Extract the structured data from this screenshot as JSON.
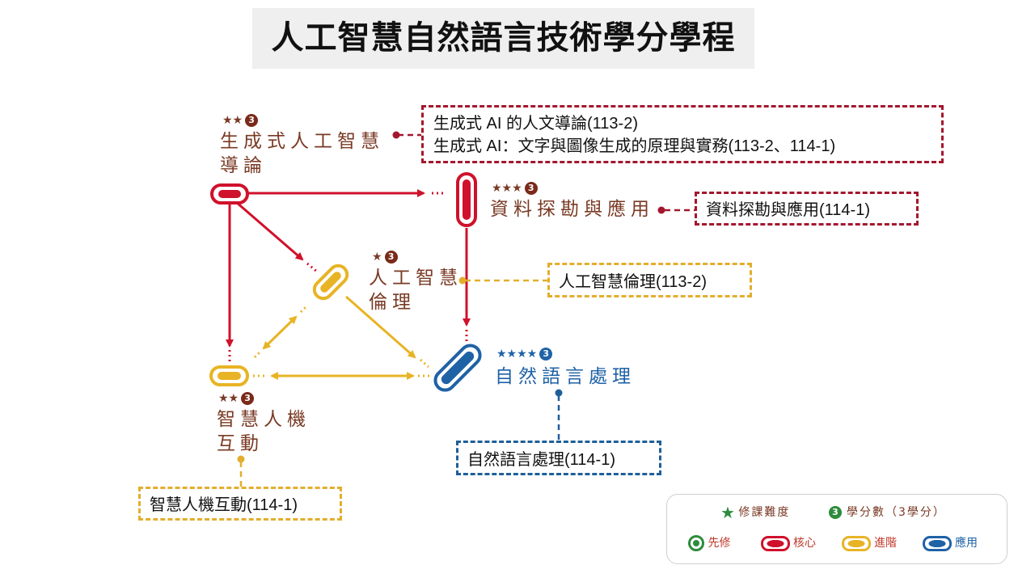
{
  "title": "人工智慧自然語言技術學分學程",
  "colors": {
    "core": "#d0112b",
    "advanced": "#e8b425",
    "applied": "#1f62a6",
    "prereq": "#2e8b3d",
    "label_brown": "#7a3a24",
    "credit_circle": "#7a2a1a"
  },
  "nodes": {
    "genai": {
      "stars": "★★",
      "credits": "3",
      "name_line1": "生成式人工智慧",
      "name_line2": "導論",
      "type": "core"
    },
    "datamining": {
      "stars": "★★★",
      "credits": "3",
      "name": "資料探勘與應用",
      "type": "core"
    },
    "ethics": {
      "stars": "★",
      "credits": "3",
      "name_line1": "人工智慧",
      "name_line2": "倫理",
      "type": "advanced"
    },
    "hci": {
      "stars": "★★",
      "credits": "3",
      "name_line1": "智慧人機",
      "name_line2": "互動",
      "type": "advanced"
    },
    "nlp": {
      "stars": "★★★★",
      "credits": "3",
      "name": "自然語言處理",
      "type": "applied"
    }
  },
  "courses": {
    "genai_line1": "生成式 AI 的人文導論(113-2)",
    "genai_line2": "生成式 AI：文字與圖像生成的原理與實務(113-2、114-1)",
    "datamining": "資料探勘與應用(114-1)",
    "ethics": "人工智慧倫理(113-2)",
    "nlp": "自然語言處理(114-1)",
    "hci": "智慧人機互動(114-1)"
  },
  "legend": {
    "difficulty_icon": "★",
    "difficulty": "修課難度",
    "credits_icon": "3",
    "credits": "學分數（3學分）",
    "prereq": "先修",
    "core": "核心",
    "advanced": "進階",
    "applied": "應用"
  }
}
